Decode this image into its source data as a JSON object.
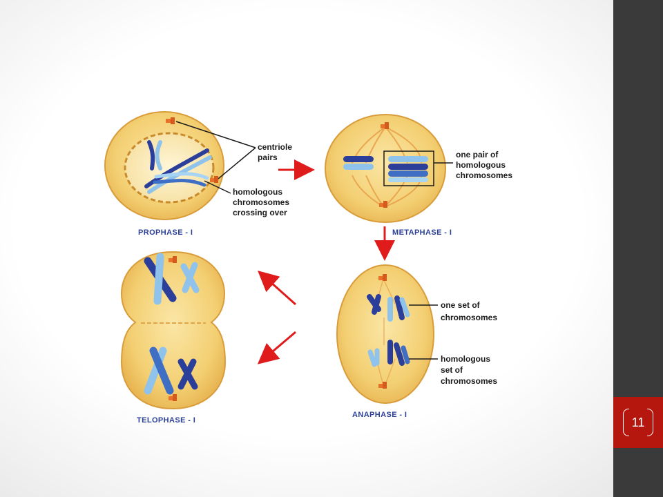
{
  "slide": {
    "page_number": "11"
  },
  "diagram": {
    "stages": {
      "prophase": "PROPHASE - I",
      "metaphase": "METAPHASE - I",
      "anaphase": "ANAPHASE - I",
      "telophase": "TELOPHASE - I"
    },
    "annotations": {
      "centriole_pairs": [
        "centriole",
        "pairs"
      ],
      "crossing_over": [
        "homologous",
        "chromosomes",
        "crossing over"
      ],
      "homologous_pair": [
        "one pair of",
        "homologous",
        "chromosomes"
      ],
      "one_set": [
        "one set of",
        "chromosomes"
      ],
      "homologous_set": [
        "homologous",
        "set of",
        "chromosomes"
      ]
    },
    "colors": {
      "cell_fill": "#f3cf72",
      "cell_edge": "#d99c3a",
      "chromosome_dark": "#2b3f9a",
      "chromosome_light": "#8fc3ec",
      "centriole": "#e8722a",
      "arrow": "#e01b1b",
      "sidebar": "#3a3a3a",
      "badge": "#b5170f"
    }
  }
}
